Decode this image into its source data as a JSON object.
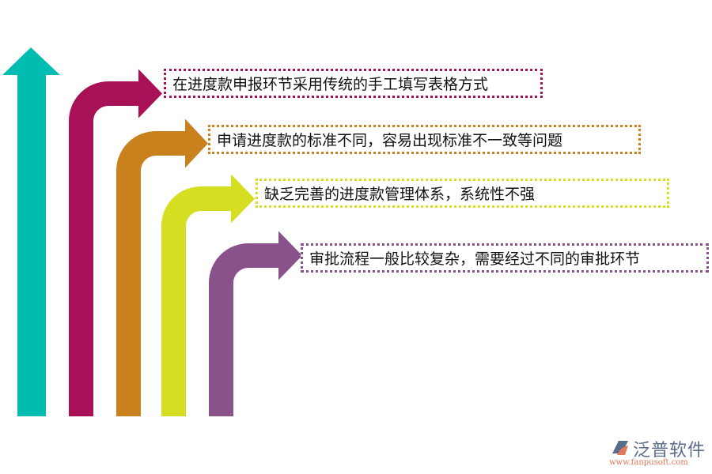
{
  "colors": {
    "teal": "#00bdb0",
    "magenta": "#a81057",
    "orange": "#c9811e",
    "yellow": "#d6de22",
    "purple": "#8a528a"
  },
  "items": [
    {
      "text": "在进度款申报环节采用传统的手工填写表格方式",
      "color": "#a81057"
    },
    {
      "text": "申请进度款的标准不同，容易出现标准不一致等问题",
      "color": "#c9811e"
    },
    {
      "text": "缺乏完善的进度款管理体系，系统性不强",
      "color": "#d6de22"
    },
    {
      "text": "审批流程一般比较复杂，需要经过不同的审批环节",
      "color": "#8a528a"
    }
  ],
  "logo": {
    "name": "泛普软件",
    "url": "www.fanpusoft.com"
  }
}
